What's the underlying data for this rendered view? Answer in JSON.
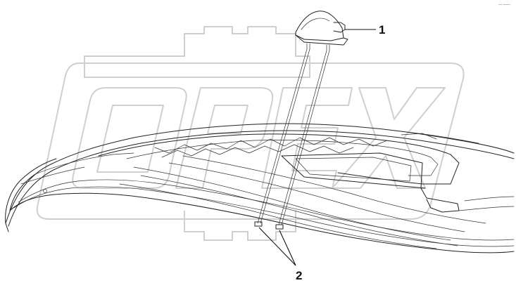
{
  "diagram": {
    "callouts": [
      {
        "id": "1",
        "label": "1"
      },
      {
        "id": "2",
        "label": "2"
      }
    ],
    "corner_mark": "― ――",
    "watermark_text": "OPEX",
    "colors": {
      "line": "#222222",
      "watermark": "#cfcfcf",
      "background": "#ffffff"
    }
  }
}
